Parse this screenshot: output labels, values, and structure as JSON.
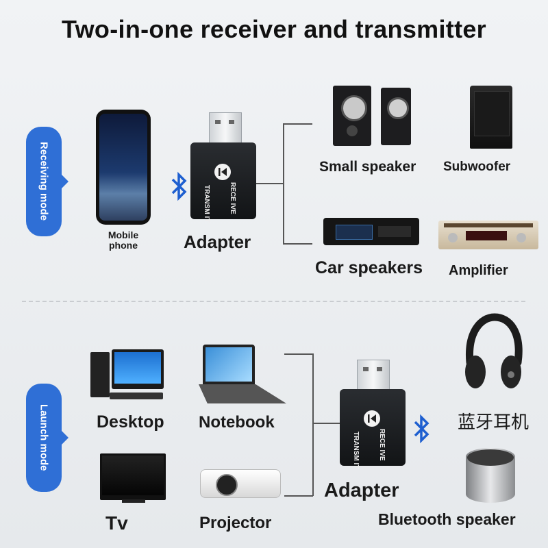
{
  "title": "Two-in-one receiver and transmitter",
  "receiving": {
    "mode_label": "Receiving mode",
    "source_label": "Mobile phone",
    "adapter_label": "Adapter",
    "adapter_text": {
      "receive": "RECE IVE",
      "transmit": "TRANSM IT"
    },
    "outputs": [
      "Small speaker",
      "Subwoofer",
      "Car speakers",
      "Amplifier"
    ]
  },
  "launch": {
    "mode_label": "Launch mode",
    "sources": [
      "Desktop",
      "Notebook",
      "Tv",
      "Projector"
    ],
    "adapter_label": "Adapter",
    "adapter_text": {
      "receive": "RECE IVE",
      "transmit": "TRANSM IT"
    },
    "outputs": [
      "蓝牙耳机",
      "Bluetooth speaker"
    ]
  },
  "colors": {
    "accent": "#2f6fd6",
    "bluetooth": "#1e5fd0"
  },
  "icons": [
    "bluetooth-icon",
    "play-pause-icon"
  ]
}
